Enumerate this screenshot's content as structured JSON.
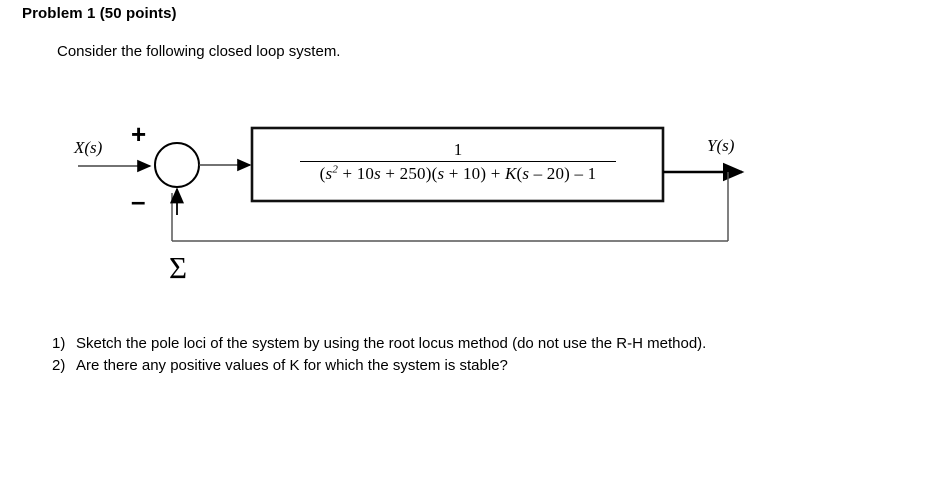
{
  "document": {
    "title": "Problem 1 (50 points)",
    "intro": "Consider the following closed loop system."
  },
  "diagram": {
    "type": "control-block-diagram",
    "input_label": "X(s)",
    "output_label": "Y(s)",
    "summing_junction": {
      "symbol": "Σ",
      "input_sign": "+",
      "feedback_sign": "–"
    },
    "transfer_function_block": {
      "numerator": "1",
      "denominator_parts": {
        "quadratic_open": "(",
        "s_var": "s",
        "s_exponent": "2",
        "quadratic_rest": " + 10",
        "s_var2": "s",
        "quadratic_tail": " + 250)(",
        "s_var3": "s",
        "linear_tail": " + 10) + ",
        "gain": "K",
        "gain_open": "(",
        "s_var4": "s",
        "gain_tail": " – 20) – 1"
      },
      "denominator_plain": "(s² + 10s + 250)(s + 10) + K(s – 20) – 1",
      "full_expression": "1 / ((s^2 + 10s + 250)(s + 10) + K(s - 20) - 1)"
    },
    "feedback_path": "unity negative feedback from output to summing junction"
  },
  "questions": [
    {
      "number": "1)",
      "text": "Sketch the pole loci of the system by using the root locus method (do not use the R-H method)."
    },
    {
      "number": "2)",
      "text": "Are there any positive values of K for which the system is stable?"
    }
  ],
  "colors": {
    "ink": "#000000",
    "background": "#ffffff",
    "line": "#222222"
  }
}
